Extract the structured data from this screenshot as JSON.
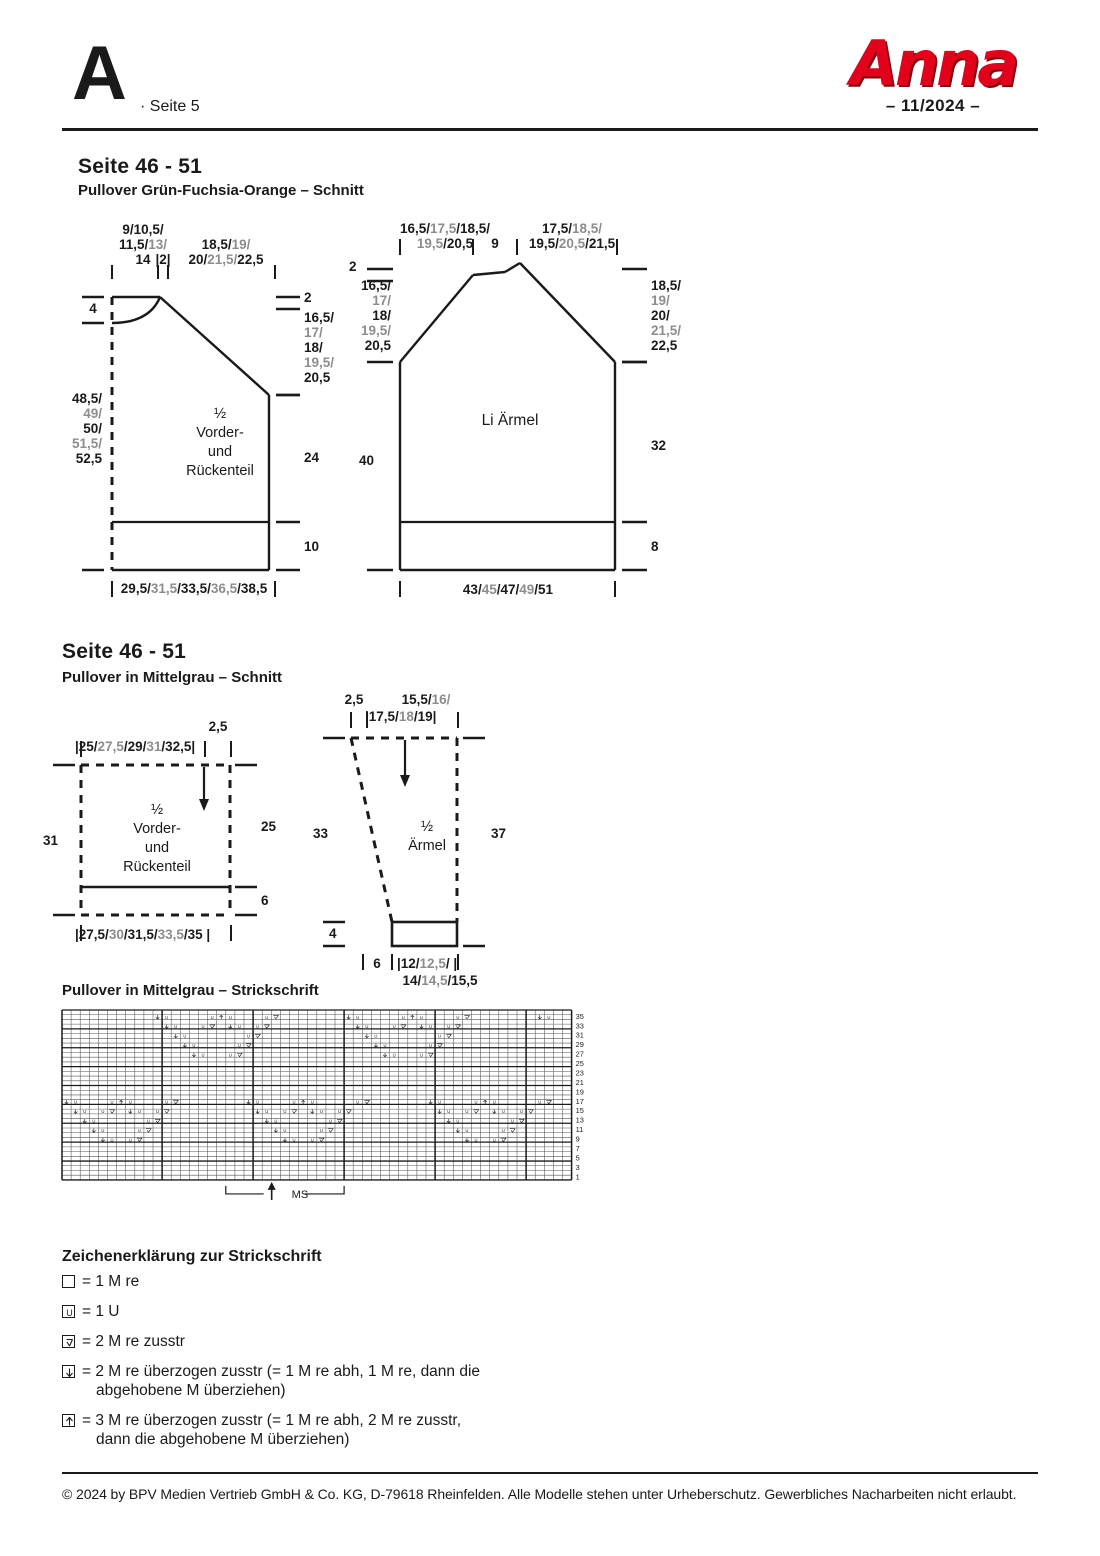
{
  "header": {
    "letter": "A",
    "page_ref": "· Seite 5",
    "brand": "Anna",
    "issue": "– 11/2024 –"
  },
  "section1": {
    "title": "Seite 46 - 51",
    "subtitle": "Pullover Grün-Fuchsia-Orange – Schnitt",
    "body": {
      "name": "body-schematic",
      "label_line1": "½",
      "label_line2": "Vorder-",
      "label_line3": "und",
      "label_line4": "Rückenteil",
      "neck_width": "9/10,5/\n11,5/13/\n14",
      "neck_width_l1": "9/10,5/",
      "neck_width_l2": "11,5/13/",
      "neck_width_l3": "14",
      "shoulder_marker": "|2|",
      "top_width_l1": "18,5/19/",
      "top_width_l2": "20/21,5/22,5",
      "neck_depth": "4",
      "right_top_1": "2",
      "right_armhole_l1": "16,5/",
      "right_armhole_l2": "17/",
      "right_armhole_l3": "18/",
      "right_armhole_l4": "19,5/",
      "right_armhole_l5": "20,5",
      "left_total_l1": "48,5/",
      "left_total_l2": "49/",
      "left_total_l3": "50/",
      "left_total_l4": "51,5/",
      "left_total_l5": "52,5",
      "right_mid": "24",
      "right_hem": "10",
      "bottom_width": "29,5/31,5/33,5/36,5/38,5"
    },
    "sleeve": {
      "name": "sleeve-schematic",
      "label": "Li Ärmel",
      "top_left_l1": "16,5/17,5/18,5/",
      "top_left_l2": "19,5/20,5",
      "top_center": "9",
      "top_right_l1": "17,5/18,5/",
      "top_right_l2": "19,5/20,5/21,5",
      "left_top_num": "2",
      "left_cap_l1": "16,5/",
      "left_cap_l2": "17/",
      "left_cap_l3": "18/",
      "left_cap_l4": "19,5/",
      "left_cap_l5": "20,5",
      "left_total": "40",
      "right_cap_l1": "18,5/",
      "right_cap_l2": "19/",
      "right_cap_l3": "20/",
      "right_cap_l4": "21,5/",
      "right_cap_l5": "22,5",
      "right_mid": "32",
      "right_hem": "8",
      "bottom_width": "43/45/47/49/51"
    }
  },
  "section2": {
    "title": "Seite 46 - 51",
    "subtitle": "Pullover in Mittelgrau – Schnitt",
    "body": {
      "name": "grey-body-schematic",
      "label_line1": "½",
      "label_line2": "Vorder-",
      "label_line3": "und",
      "label_line4": "Rückenteil",
      "top_width": "25/27,5/29/31/32,5",
      "shoulder_slope": "2,5",
      "left_total": "31",
      "right_mid": "25",
      "right_hem": "6",
      "bottom_width": "27,5/30/31,5/33,5/35"
    },
    "sleeve": {
      "name": "grey-sleeve-schematic",
      "label_line1": "½",
      "label_line2": "Ärmel",
      "top_left": "2,5",
      "top_width_l1": "15,5/16/",
      "top_width_l2": "17,5/18/19",
      "left_total": "33",
      "right_total": "37",
      "cuff_height": "4",
      "bottom_left": "6",
      "bottom_width_l1": "12/12,5/",
      "bottom_width_l2": "14/14,5/15,5"
    }
  },
  "chart": {
    "heading": "Pullover in Mittelgrau – Strickschrift",
    "repeat_label": "MS",
    "columns": 56,
    "rows": 36,
    "row_numbers": [
      "35",
      "33",
      "31",
      "29",
      "27",
      "25",
      "23",
      "21",
      "19",
      "17",
      "15",
      "13",
      "11",
      "9",
      "7",
      "5",
      "3",
      "1"
    ]
  },
  "chart_data": {
    "type": "table",
    "title": "Pullover in Mittelgrau – Strickschrift",
    "xlabel": "",
    "ylabel": "",
    "cols": 56,
    "rows": 36,
    "repeat_label": "MS",
    "row_labels": [
      "35",
      "33",
      "31",
      "29",
      "27",
      "25",
      "23",
      "21",
      "19",
      "17",
      "15",
      "13",
      "11",
      "9",
      "7",
      "5",
      "3",
      "1"
    ],
    "symbols": {
      "blank": "1 M re",
      "U": "1 U",
      "k2tog": "2 M re zusstr",
      "ssk": "2 M re überzogen zusstr",
      "sk2p": "3 M re überzogen zusstr"
    },
    "cells": [
      {
        "row": 35,
        "col": 11,
        "s": "ssk"
      },
      {
        "row": 35,
        "col": 12,
        "s": "U"
      },
      {
        "row": 35,
        "col": 17,
        "s": "U"
      },
      {
        "row": 35,
        "col": 18,
        "s": "sk2p"
      },
      {
        "row": 35,
        "col": 19,
        "s": "U"
      },
      {
        "row": 35,
        "col": 23,
        "s": "U"
      },
      {
        "row": 35,
        "col": 24,
        "s": "k2tog"
      },
      {
        "row": 35,
        "col": 32,
        "s": "ssk"
      },
      {
        "row": 35,
        "col": 33,
        "s": "U"
      },
      {
        "row": 35,
        "col": 38,
        "s": "U"
      },
      {
        "row": 35,
        "col": 39,
        "s": "sk2p"
      },
      {
        "row": 35,
        "col": 40,
        "s": "U"
      },
      {
        "row": 35,
        "col": 44,
        "s": "U"
      },
      {
        "row": 35,
        "col": 45,
        "s": "k2tog"
      },
      {
        "row": 35,
        "col": 53,
        "s": "ssk"
      },
      {
        "row": 35,
        "col": 54,
        "s": "U"
      },
      {
        "row": 33,
        "col": 12,
        "s": "ssk"
      },
      {
        "row": 33,
        "col": 13,
        "s": "U"
      },
      {
        "row": 33,
        "col": 16,
        "s": "U"
      },
      {
        "row": 33,
        "col": 17,
        "s": "k2tog"
      },
      {
        "row": 33,
        "col": 19,
        "s": "ssk"
      },
      {
        "row": 33,
        "col": 20,
        "s": "U"
      },
      {
        "row": 33,
        "col": 22,
        "s": "U"
      },
      {
        "row": 33,
        "col": 23,
        "s": "k2tog"
      },
      {
        "row": 33,
        "col": 33,
        "s": "ssk"
      },
      {
        "row": 33,
        "col": 34,
        "s": "U"
      },
      {
        "row": 33,
        "col": 37,
        "s": "U"
      },
      {
        "row": 33,
        "col": 38,
        "s": "k2tog"
      },
      {
        "row": 33,
        "col": 40,
        "s": "ssk"
      },
      {
        "row": 33,
        "col": 41,
        "s": "U"
      },
      {
        "row": 33,
        "col": 43,
        "s": "U"
      },
      {
        "row": 33,
        "col": 44,
        "s": "k2tog"
      },
      {
        "row": 31,
        "col": 13,
        "s": "ssk"
      },
      {
        "row": 31,
        "col": 14,
        "s": "U"
      },
      {
        "row": 31,
        "col": 21,
        "s": "U"
      },
      {
        "row": 31,
        "col": 22,
        "s": "k2tog"
      },
      {
        "row": 31,
        "col": 34,
        "s": "ssk"
      },
      {
        "row": 31,
        "col": 35,
        "s": "U"
      },
      {
        "row": 31,
        "col": 42,
        "s": "U"
      },
      {
        "row": 31,
        "col": 43,
        "s": "k2tog"
      },
      {
        "row": 29,
        "col": 14,
        "s": "ssk"
      },
      {
        "row": 29,
        "col": 15,
        "s": "U"
      },
      {
        "row": 29,
        "col": 20,
        "s": "U"
      },
      {
        "row": 29,
        "col": 21,
        "s": "k2tog"
      },
      {
        "row": 29,
        "col": 35,
        "s": "ssk"
      },
      {
        "row": 29,
        "col": 36,
        "s": "U"
      },
      {
        "row": 29,
        "col": 41,
        "s": "U"
      },
      {
        "row": 29,
        "col": 42,
        "s": "k2tog"
      },
      {
        "row": 27,
        "col": 15,
        "s": "ssk"
      },
      {
        "row": 27,
        "col": 16,
        "s": "U"
      },
      {
        "row": 27,
        "col": 19,
        "s": "U"
      },
      {
        "row": 27,
        "col": 20,
        "s": "k2tog"
      },
      {
        "row": 27,
        "col": 36,
        "s": "ssk"
      },
      {
        "row": 27,
        "col": 37,
        "s": "U"
      },
      {
        "row": 27,
        "col": 40,
        "s": "U"
      },
      {
        "row": 27,
        "col": 41,
        "s": "k2tog"
      },
      {
        "row": 17,
        "col": 1,
        "s": "ssk"
      },
      {
        "row": 17,
        "col": 2,
        "s": "U"
      },
      {
        "row": 17,
        "col": 6,
        "s": "U"
      },
      {
        "row": 17,
        "col": 7,
        "s": "sk2p"
      },
      {
        "row": 17,
        "col": 8,
        "s": "U"
      },
      {
        "row": 17,
        "col": 12,
        "s": "U"
      },
      {
        "row": 17,
        "col": 13,
        "s": "k2tog"
      },
      {
        "row": 17,
        "col": 21,
        "s": "ssk"
      },
      {
        "row": 17,
        "col": 22,
        "s": "U"
      },
      {
        "row": 17,
        "col": 26,
        "s": "U"
      },
      {
        "row": 17,
        "col": 27,
        "s": "sk2p"
      },
      {
        "row": 17,
        "col": 28,
        "s": "U"
      },
      {
        "row": 17,
        "col": 33,
        "s": "U"
      },
      {
        "row": 17,
        "col": 34,
        "s": "k2tog"
      },
      {
        "row": 17,
        "col": 41,
        "s": "ssk"
      },
      {
        "row": 17,
        "col": 42,
        "s": "U"
      },
      {
        "row": 17,
        "col": 46,
        "s": "U"
      },
      {
        "row": 17,
        "col": 47,
        "s": "sk2p"
      },
      {
        "row": 17,
        "col": 48,
        "s": "U"
      },
      {
        "row": 17,
        "col": 53,
        "s": "U"
      },
      {
        "row": 17,
        "col": 54,
        "s": "k2tog"
      },
      {
        "row": 15,
        "col": 2,
        "s": "ssk"
      },
      {
        "row": 15,
        "col": 3,
        "s": "U"
      },
      {
        "row": 15,
        "col": 5,
        "s": "U"
      },
      {
        "row": 15,
        "col": 6,
        "s": "k2tog"
      },
      {
        "row": 15,
        "col": 8,
        "s": "ssk"
      },
      {
        "row": 15,
        "col": 9,
        "s": "U"
      },
      {
        "row": 15,
        "col": 11,
        "s": "U"
      },
      {
        "row": 15,
        "col": 12,
        "s": "k2tog"
      },
      {
        "row": 15,
        "col": 22,
        "s": "ssk"
      },
      {
        "row": 15,
        "col": 23,
        "s": "U"
      },
      {
        "row": 15,
        "col": 25,
        "s": "U"
      },
      {
        "row": 15,
        "col": 26,
        "s": "k2tog"
      },
      {
        "row": 15,
        "col": 28,
        "s": "ssk"
      },
      {
        "row": 15,
        "col": 29,
        "s": "U"
      },
      {
        "row": 15,
        "col": 31,
        "s": "U"
      },
      {
        "row": 15,
        "col": 32,
        "s": "k2tog"
      },
      {
        "row": 15,
        "col": 42,
        "s": "ssk"
      },
      {
        "row": 15,
        "col": 43,
        "s": "U"
      },
      {
        "row": 15,
        "col": 45,
        "s": "U"
      },
      {
        "row": 15,
        "col": 46,
        "s": "k2tog"
      },
      {
        "row": 15,
        "col": 48,
        "s": "ssk"
      },
      {
        "row": 15,
        "col": 49,
        "s": "U"
      },
      {
        "row": 15,
        "col": 51,
        "s": "U"
      },
      {
        "row": 15,
        "col": 52,
        "s": "k2tog"
      },
      {
        "row": 13,
        "col": 3,
        "s": "ssk"
      },
      {
        "row": 13,
        "col": 4,
        "s": "U"
      },
      {
        "row": 13,
        "col": 10,
        "s": "U"
      },
      {
        "row": 13,
        "col": 11,
        "s": "k2tog"
      },
      {
        "row": 13,
        "col": 23,
        "s": "ssk"
      },
      {
        "row": 13,
        "col": 24,
        "s": "U"
      },
      {
        "row": 13,
        "col": 30,
        "s": "U"
      },
      {
        "row": 13,
        "col": 31,
        "s": "k2tog"
      },
      {
        "row": 13,
        "col": 43,
        "s": "ssk"
      },
      {
        "row": 13,
        "col": 44,
        "s": "U"
      },
      {
        "row": 13,
        "col": 50,
        "s": "U"
      },
      {
        "row": 13,
        "col": 51,
        "s": "k2tog"
      },
      {
        "row": 11,
        "col": 4,
        "s": "ssk"
      },
      {
        "row": 11,
        "col": 5,
        "s": "U"
      },
      {
        "row": 11,
        "col": 9,
        "s": "U"
      },
      {
        "row": 11,
        "col": 10,
        "s": "k2tog"
      },
      {
        "row": 11,
        "col": 24,
        "s": "ssk"
      },
      {
        "row": 11,
        "col": 25,
        "s": "U"
      },
      {
        "row": 11,
        "col": 29,
        "s": "U"
      },
      {
        "row": 11,
        "col": 30,
        "s": "k2tog"
      },
      {
        "row": 11,
        "col": 44,
        "s": "ssk"
      },
      {
        "row": 11,
        "col": 45,
        "s": "U"
      },
      {
        "row": 11,
        "col": 49,
        "s": "U"
      },
      {
        "row": 11,
        "col": 50,
        "s": "k2tog"
      },
      {
        "row": 9,
        "col": 5,
        "s": "ssk"
      },
      {
        "row": 9,
        "col": 6,
        "s": "U"
      },
      {
        "row": 9,
        "col": 8,
        "s": "U"
      },
      {
        "row": 9,
        "col": 9,
        "s": "k2tog"
      },
      {
        "row": 9,
        "col": 25,
        "s": "ssk"
      },
      {
        "row": 9,
        "col": 26,
        "s": "U"
      },
      {
        "row": 9,
        "col": 28,
        "s": "U"
      },
      {
        "row": 9,
        "col": 29,
        "s": "k2tog"
      },
      {
        "row": 9,
        "col": 45,
        "s": "ssk"
      },
      {
        "row": 9,
        "col": 46,
        "s": "U"
      },
      {
        "row": 9,
        "col": 48,
        "s": "U"
      },
      {
        "row": 9,
        "col": 49,
        "s": "k2tog"
      }
    ]
  },
  "legend": {
    "title": "Zeichenerklärung zur Strickschrift",
    "items": [
      {
        "glyph": "",
        "text": "= 1 M re",
        "text2": ""
      },
      {
        "glyph": "U",
        "text": "= 1 U",
        "text2": ""
      },
      {
        "glyph": "k2tog",
        "text": "= 2 M re zusstr",
        "text2": ""
      },
      {
        "glyph": "ssk",
        "text": "= 2 M re überzogen zusstr (= 1 M re abh, 1 M re, dann die",
        "text2": "abgehobene M überziehen)"
      },
      {
        "glyph": "sk2p",
        "text": "= 3 M re überzogen zusstr (= 1 M re abh, 2 M re zusstr,",
        "text2": "dann die abgehobene M überziehen)"
      }
    ]
  },
  "footer": {
    "copyright": "© 2024 by BPV Medien Vertrieb GmbH & Co. KG, D-79618 Rheinfelden. Alle Modelle stehen unter Urheberschutz. Gewerbliches Nacharbeiten nicht erlaubt."
  }
}
